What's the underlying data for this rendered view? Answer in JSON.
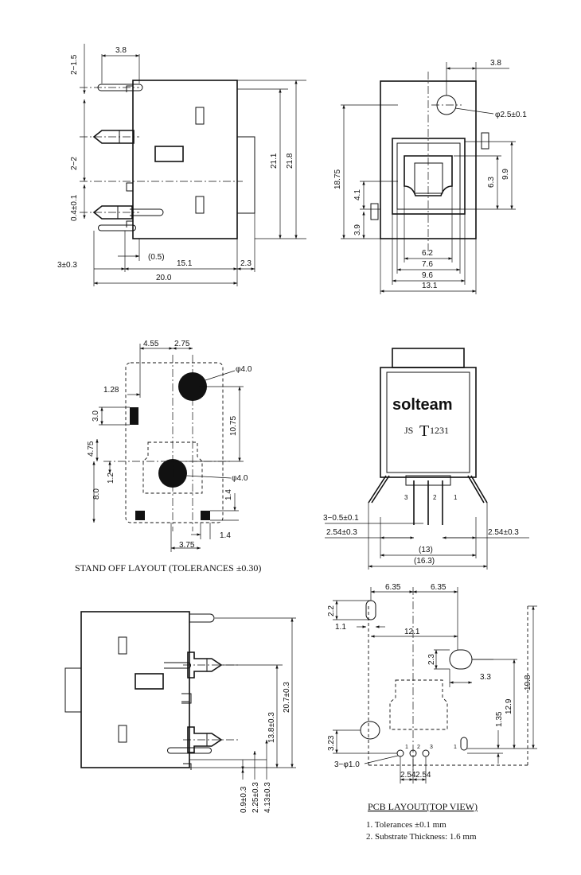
{
  "colors": {
    "ink": "#111111",
    "paper": "#ffffff"
  },
  "side_view": {
    "d_2_1_5": "2−1.5",
    "d_3_8": "3.8",
    "d_2_2": "2−2",
    "d_0_4": "0.4±0.1",
    "d_3_0_3": "3±0.3",
    "d_0_5": "(0.5)",
    "d_15_1": "15.1",
    "d_2_3": "2.3",
    "d_20_0": "20.0",
    "d_21_1": "21.1",
    "d_21_8": "21.8"
  },
  "front_view": {
    "d_3_8": "3.8",
    "d_phi_2_5": "φ2.5±0.1",
    "d_18_75": "18.75",
    "d_4_1": "4.1",
    "d_3_9": "3.9",
    "d_6_3": "6.3",
    "d_9_9": "9.9",
    "d_6_2": "6.2",
    "d_7_6": "7.6",
    "d_9_6": "9.6",
    "d_13_1": "13.1"
  },
  "standoff": {
    "d_4_55": "4.55",
    "d_2_75": "2.75",
    "d_phi_4_0_top": "φ4.0",
    "d_1_28": "1.28",
    "d_3_0": "3.0",
    "d_10_75": "10.75",
    "d_4_75": "4.75",
    "d_1_2": "1.2",
    "d_8_0": "8.0",
    "d_phi_4_0_bot": "φ4.0",
    "d_1_4_v": "1.4",
    "d_1_4_h": "1.4",
    "d_3_75": "3.75",
    "caption": "STAND OFF  LAYOUT (TOLERANCES ±0.30)"
  },
  "product_view": {
    "brand": "solteam",
    "part_prefix": "JS",
    "part_letter": "T",
    "part_number": "1231",
    "pin_3": "3",
    "pin_2": "2",
    "pin_1": "1",
    "d_pins": "3−0.5±0.1",
    "d_pitch": "2.54±0.3",
    "d_pitch_right": "2.54±0.3",
    "d_13": "(13)",
    "d_16_3": "(16.3)"
  },
  "lower_side_view": {
    "d_0_9": "0.9±0.3",
    "d_2_25": "2.25±0.3",
    "d_4_13": "4.13±0.3",
    "d_13_8": "13.8±0.3",
    "d_20_7": "20.7±0.3"
  },
  "pcb_layout": {
    "d_6_35_l": "6.35",
    "d_6_35_r": "6.35",
    "d_2_2": "2.2",
    "d_1_1": "1.1",
    "d_12_1": "12.1",
    "d_2_3": "2.3",
    "d_3_3": "3.3",
    "d_19_8": "19.8",
    "d_12_9": "12.9",
    "d_1_35": "1.35",
    "d_3_23": "3.23",
    "d_3_phi_1_0": "3−φ1.0",
    "d_2_54_a": "2.54",
    "d_2_54_b": "2.54",
    "pin_1": "1",
    "pin_2": "2",
    "pin_3": "3",
    "pin_1b": "1",
    "title": "PCB LAYOUT(TOP VIEW)",
    "note_1": "1. Tolerances ±0.1 mm",
    "note_2": "2. Substrate Thickness: 1.6 mm"
  }
}
